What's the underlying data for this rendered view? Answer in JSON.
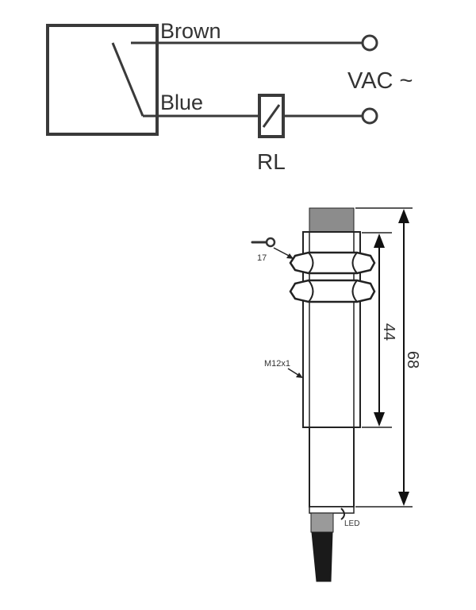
{
  "wiring": {
    "brown_label": "Brown",
    "blue_label": "Blue",
    "supply_label": "VAC ~",
    "load_label": "RL"
  },
  "sensor": {
    "wrench_size_label": "17",
    "thread_label": "M12x1",
    "thread_length_label": "44",
    "body_length_label": "68",
    "led_label": "LED"
  },
  "colors": {
    "line": "#3a3a3a",
    "body_fill": "#ffffff",
    "cap_fill": "#8c8c8c",
    "cable_fill": "#1a1a1a",
    "label_text": "#333333"
  }
}
